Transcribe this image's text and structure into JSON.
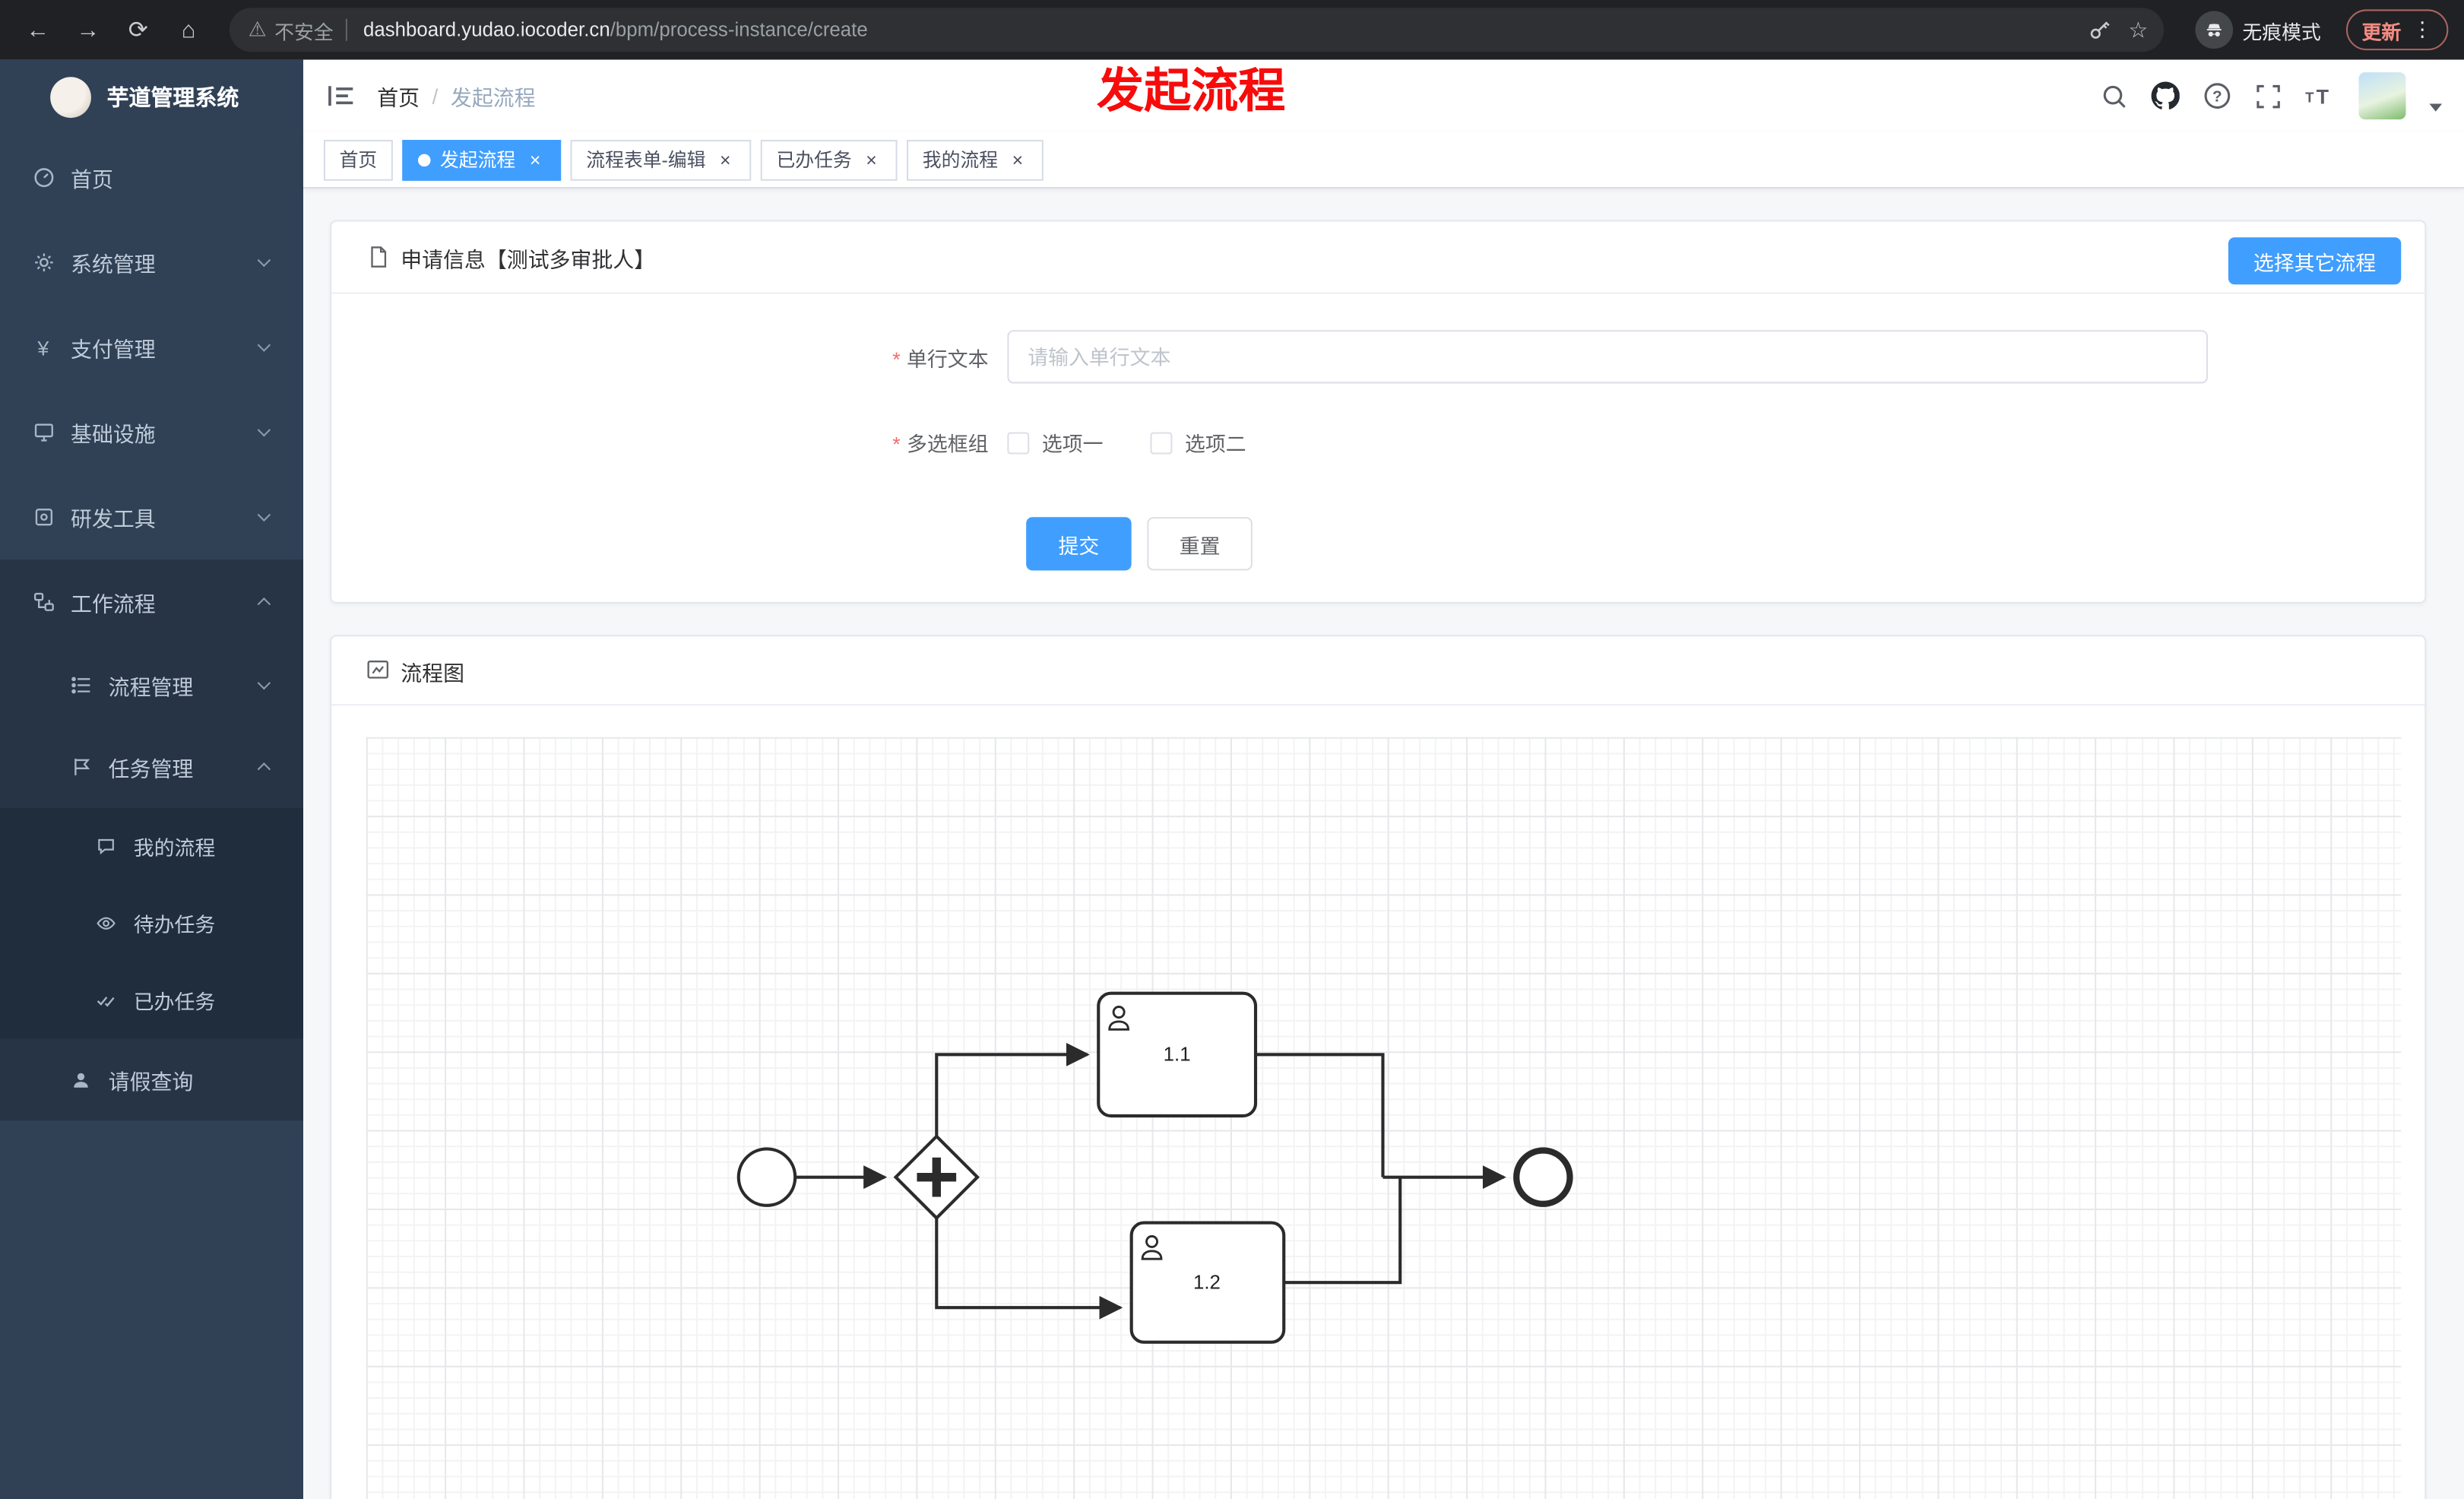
{
  "browser": {
    "security_label": "不安全",
    "url_domain": "dashboard.yudao.iocoder.cn",
    "url_path": "/bpm/process-instance/create",
    "incognito_label": "无痕模式",
    "update_label": "更新"
  },
  "app": {
    "title": "芋道管理系统"
  },
  "sidebar": {
    "items": [
      {
        "label": "首页"
      },
      {
        "label": "系统管理"
      },
      {
        "label": "支付管理"
      },
      {
        "label": "基础设施"
      },
      {
        "label": "研发工具"
      },
      {
        "label": "工作流程"
      },
      {
        "label": "流程管理"
      },
      {
        "label": "任务管理"
      },
      {
        "label": "我的流程"
      },
      {
        "label": "待办任务"
      },
      {
        "label": "已办任务"
      },
      {
        "label": "请假查询"
      }
    ]
  },
  "header": {
    "breadcrumb_home": "首页",
    "breadcrumb_current": "发起流程",
    "overlay_title": "发起流程"
  },
  "tabs": [
    {
      "label": "首页"
    },
    {
      "label": "发起流程"
    },
    {
      "label": "流程表单-编辑"
    },
    {
      "label": "已办任务"
    },
    {
      "label": "我的流程"
    }
  ],
  "form_card": {
    "title": "申请信息【测试多审批人】",
    "choose_other_process": "选择其它流程",
    "field_text": {
      "label": "单行文本",
      "placeholder": "请输入单行文本"
    },
    "field_checkbox": {
      "label": "多选框组",
      "option1": "选项一",
      "option2": "选项二"
    },
    "submit": "提交",
    "reset": "重置"
  },
  "diagram_card": {
    "title": "流程图",
    "task1": "1.1",
    "task2": "1.2"
  },
  "colors": {
    "accent": "#409eff",
    "danger": "#f56c6c",
    "overlay_red": "#f70b0b"
  }
}
